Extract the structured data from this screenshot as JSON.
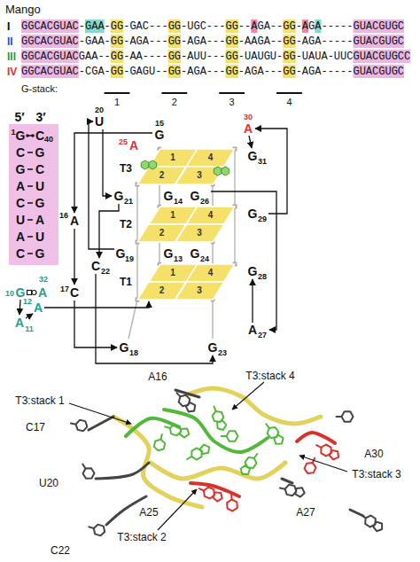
{
  "diagram": {
    "nodes": [
      {
        "text": [
          "1",
          "G",
          "C",
          "40",
          "C",
          "G",
          "G",
          "C",
          "A",
          "U",
          "C",
          "G",
          "U",
          "A",
          "A",
          "U",
          "C",
          "G"
        ]
      },
      {
        "text": [
          "1"
        ]
      },
      {
        "text": [
          "4"
        ]
      },
      {
        "text": [
          "2"
        ]
      },
      {
        "text": [
          "3"
        ]
      },
      {
        "text": [
          "1"
        ]
      },
      {
        "text": [
          "4"
        ]
      },
      {
        "text": [
          "2"
        ]
      },
      {
        "text": [
          "3"
        ]
      },
      {
        "text": [
          "1"
        ]
      },
      {
        "text": [
          "4"
        ]
      },
      {
        "text": [
          "2"
        ]
      },
      {
        "text": [
          "3"
        ]
      }
    ],
    "labels": [
      "Mango",
      "I",
      "GGCACGUAC-GAA-GG-GAC---GG-UGC---GG--AGA--GG-AGA-----GUACGUGC",
      "II",
      "GGCACGUAC-GAA-GG-AGA---GG-AGA---GG-AAGA--GG-AGA-----GUACGUGC",
      "III",
      "GGCACGUACGAA--GG-AA----GG-AUU---GG-UAUGU-GG-UAUA-UUCGUACGUGCC",
      "IV",
      "GGCACGUAC-CGA-GG-GAGU--GG-AGA---GG-AGA---GG-AGA-----GUACGUGC",
      "G-stack:",
      "1",
      "2",
      "3",
      "4",
      "5′",
      "3′",
      "10",
      "G",
      "A",
      "32",
      "A",
      "11",
      "12",
      "A",
      "20",
      "U",
      "15",
      "G",
      "25",
      "A",
      "30",
      "A",
      "T3",
      "16",
      "A",
      "G",
      "21",
      "G",
      "14",
      "G",
      "26",
      "G",
      "31",
      "T2",
      "C",
      "22",
      "G",
      "19",
      "G",
      "24",
      "G",
      "29",
      "17",
      "C",
      "G",
      "13",
      "G",
      "28",
      "T1",
      "A",
      "27",
      "G",
      "18",
      "G",
      "23",
      "A16",
      "T3:stack 4",
      "T3:stack 1",
      "C17",
      "U20",
      "A30",
      "T3:stack 3",
      "A25",
      "A27",
      "T3:stack 2",
      "C22"
    ]
  }
}
